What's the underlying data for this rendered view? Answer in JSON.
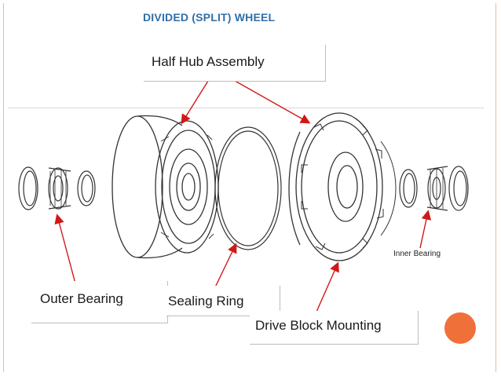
{
  "slide": {
    "title": "DIVIDED (SPLIT) WHEEL"
  },
  "callouts": {
    "half_hub_assembly": "Half Hub Assembly",
    "outer_bearing": "Outer Bearing",
    "sealing_ring": "Sealing Ring",
    "drive_block_mounting": "Drive Block Mounting",
    "inner_bearing": "Inner Bearing"
  },
  "colors": {
    "title": "#2f6fa7",
    "arrows": "#d01818",
    "accent_dot": "#f0703a"
  }
}
